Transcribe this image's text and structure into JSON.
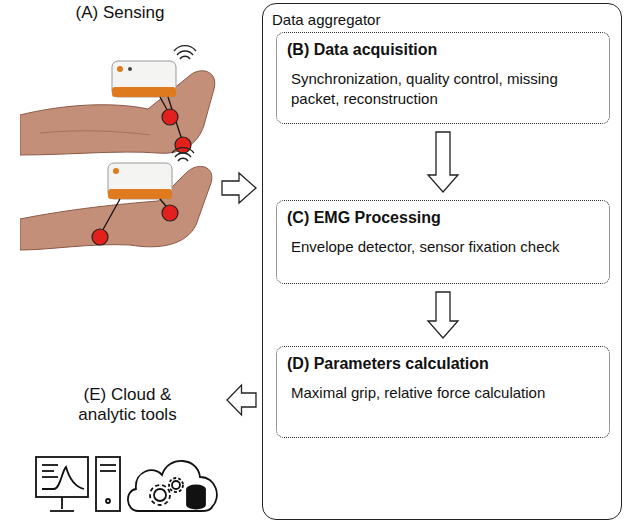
{
  "diagram": {
    "nodes": [
      {
        "text": [
          "(A) Sensing"
        ]
      },
      {
        "text": [
          "Data aggregator"
        ]
      },
      {
        "text": [
          "(B) Data acquisition",
          "Synchronization, quality control, missing packet, reconstruction"
        ],
        "in": 1
      },
      {
        "text": [
          "(C) EMG Processing",
          "Envelope detector, sensor fixation check"
        ],
        "in": 1
      },
      {
        "text": [
          "(D) Parameters calculation",
          "Maximal grip, relative force calculation"
        ],
        "in": 1
      },
      {
        "text": [
          "(E) Cloud & analytic tools"
        ]
      }
    ],
    "edges": [
      {
        "from": 0,
        "to": 1,
        "arrow": "to"
      },
      {
        "from": 2,
        "to": 3,
        "arrow": "to"
      },
      {
        "from": 3,
        "to": 4,
        "arrow": "to"
      },
      {
        "from": 1,
        "to": 5,
        "arrow": "to"
      }
    ]
  }
}
